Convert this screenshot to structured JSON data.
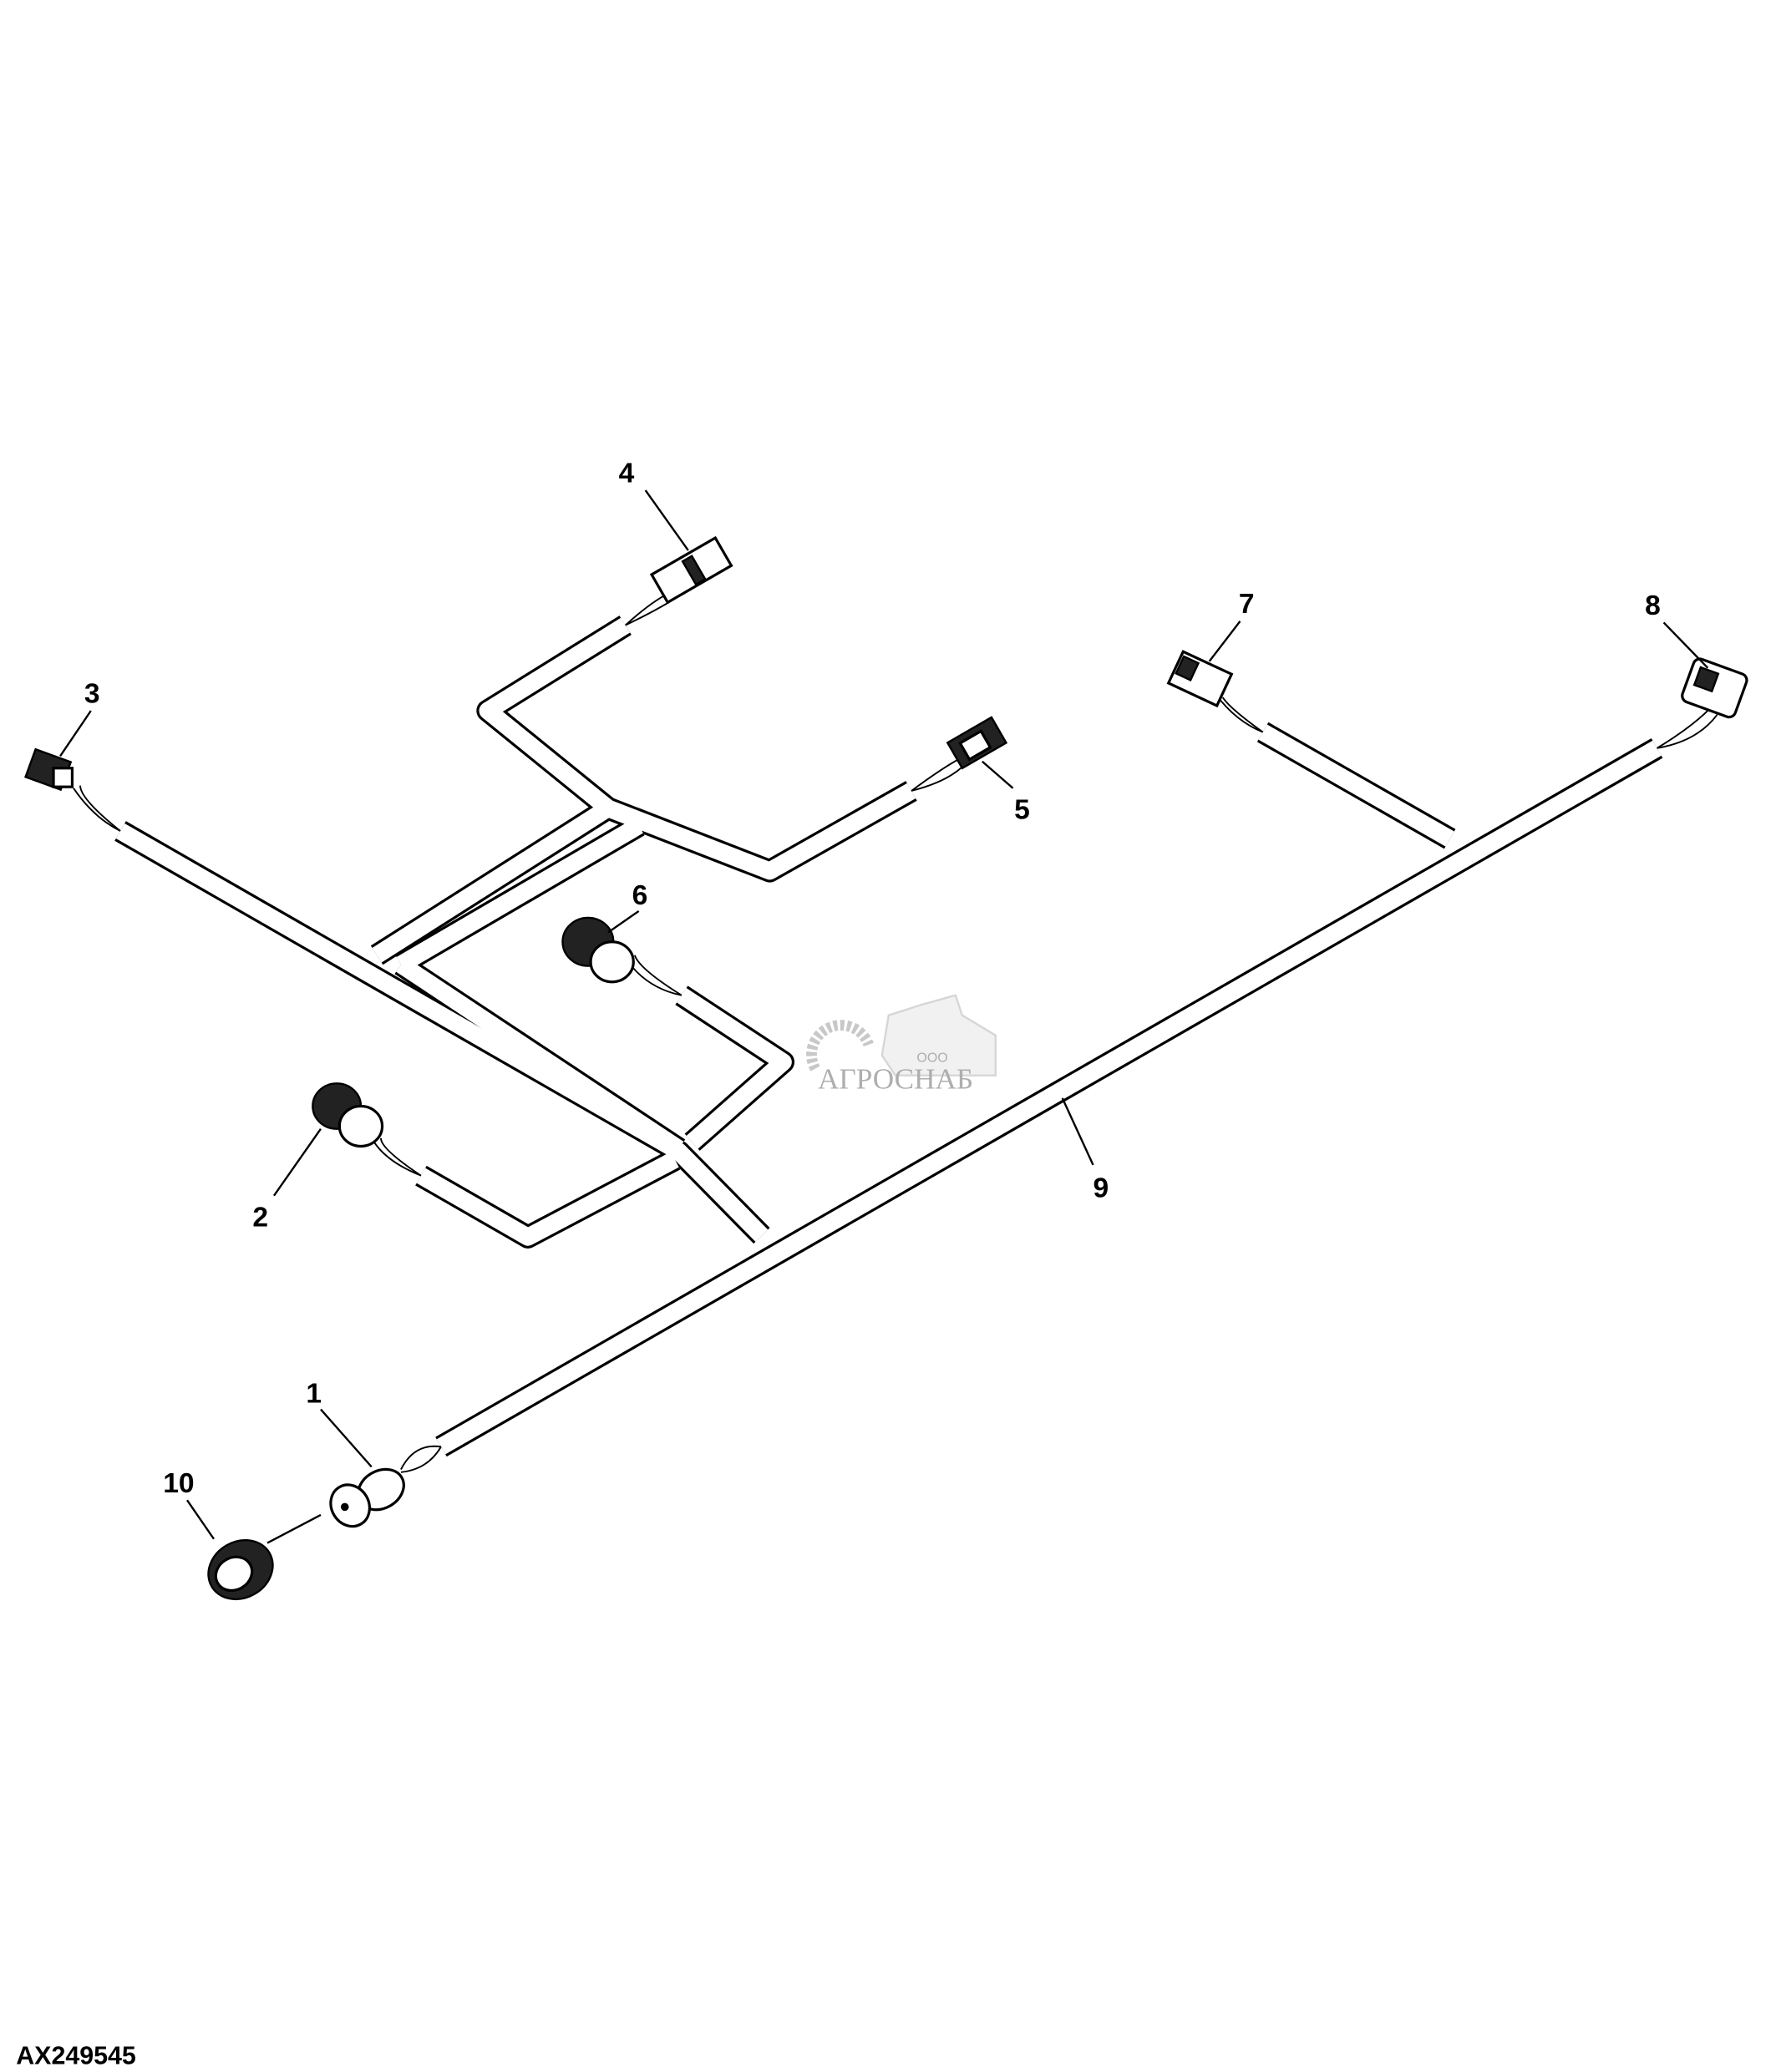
{
  "diagram": {
    "figure_code": "AX249545",
    "callouts": [
      {
        "id": "1",
        "label": "1"
      },
      {
        "id": "2",
        "label": "2"
      },
      {
        "id": "3",
        "label": "3"
      },
      {
        "id": "4",
        "label": "4"
      },
      {
        "id": "5",
        "label": "5"
      },
      {
        "id": "6",
        "label": "6"
      },
      {
        "id": "7",
        "label": "7"
      },
      {
        "id": "8",
        "label": "8"
      },
      {
        "id": "9",
        "label": "9"
      },
      {
        "id": "10",
        "label": "10"
      }
    ]
  },
  "watermark": {
    "prefix": "ООО",
    "brand": "АГРОСНАБ"
  }
}
